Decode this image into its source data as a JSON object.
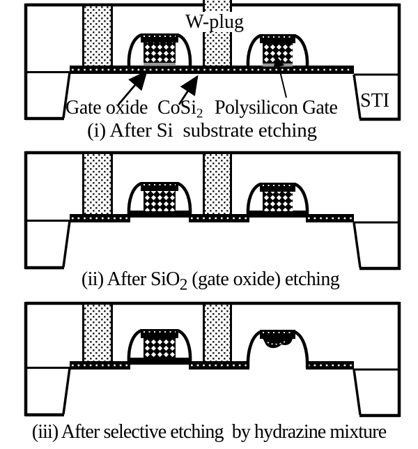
{
  "figure": {
    "type": "process-flow-cross-section-diagram",
    "panels": [
      {
        "step": "i",
        "caption": "(i) After Si  substrate etching"
      },
      {
        "step": "ii",
        "caption_pre": "(ii) After SiO",
        "caption_sub": "2",
        "caption_post": " (gate oxide) etching"
      },
      {
        "step": "iii",
        "caption": "(iii) After selective etching  by hydrazine mixture"
      }
    ],
    "labels": {
      "wplug": "W-plug",
      "gate_oxide": "Gate oxide",
      "cosi2_base": "CoSi",
      "cosi2_sub": "2",
      "polysilicon_gate": "Polysilicon Gate",
      "sti": "STI"
    },
    "colors": {
      "ink": "#000000",
      "background": "#ffffff",
      "gate_oxide_line": "#999999"
    }
  }
}
